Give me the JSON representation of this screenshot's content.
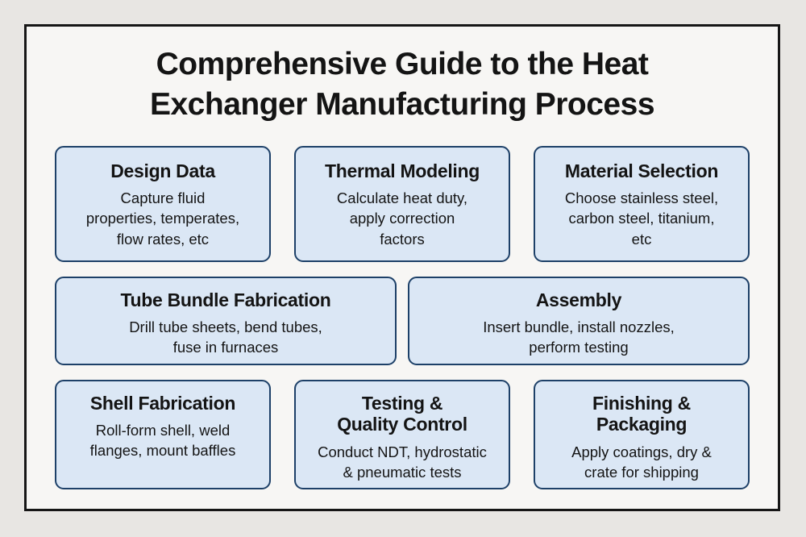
{
  "title": "Comprehensive Guide to the Heat\nExchanger Manufacturing Process",
  "colors": {
    "page_background": "#e8e6e3",
    "frame_background": "#f7f6f4",
    "frame_border": "#161616",
    "card_fill": "#dbe7f5",
    "card_border": "#1d4068",
    "text": "#141414"
  },
  "boxes": [
    {
      "title": "Design Data",
      "description": "Capture fluid\nproperties, temperates,\nflow rates, etc"
    },
    {
      "title": "Thermal Modeling",
      "description": "Calculate heat duty,\napply correction\nfactors"
    },
    {
      "title": "Material Selection",
      "description": "Choose stainless steel,\ncarbon steel, titanium,\netc"
    },
    {
      "title": "Tube Bundle Fabrication",
      "description": "Drill tube sheets, bend tubes,\nfuse in furnaces"
    },
    {
      "title": "Assembly",
      "description": "Insert bundle, install nozzles,\nperform testing"
    },
    {
      "title": "Shell Fabrication",
      "description": "Roll-form shell, weld\nflanges, mount baffles"
    },
    {
      "title": "Testing &\nQuality Control",
      "description": "Conduct NDT, hydrostatic\n& pneumatic tests"
    },
    {
      "title": "Finishing &\nPackaging",
      "description": "Apply coatings, dry &\ncrate for shipping"
    }
  ]
}
